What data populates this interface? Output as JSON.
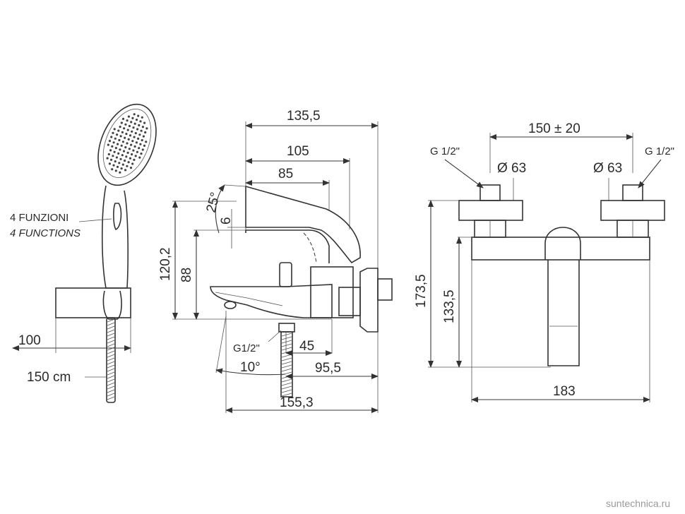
{
  "hand_shower": {
    "functions_it": "4 FUNZIONI",
    "functions_en": "4 FUNCTIONS",
    "bracket_width": "100",
    "hose_length": "150 cm"
  },
  "side_view": {
    "overall_depth": "135,5",
    "spout_depth": "105",
    "lever_depth": "85",
    "lever_angle": "25°",
    "lever_gap": "6",
    "overall_height": "120,2",
    "spout_height": "88",
    "inlet_thread": "G1/2\"",
    "outlet_offset": "45",
    "spout_angle": "10°",
    "inlet_distance": "95,5",
    "total_length": "155,3"
  },
  "front_view": {
    "centers": "150 ± 20",
    "left_thread": "G 1/2\"",
    "right_thread": "G 1/2\"",
    "left_flange": "Ø 63",
    "right_flange": "Ø 63",
    "overall_height": "173,5",
    "body_height": "133,5",
    "body_width": "183"
  },
  "watermark": "suntechnica.ru"
}
